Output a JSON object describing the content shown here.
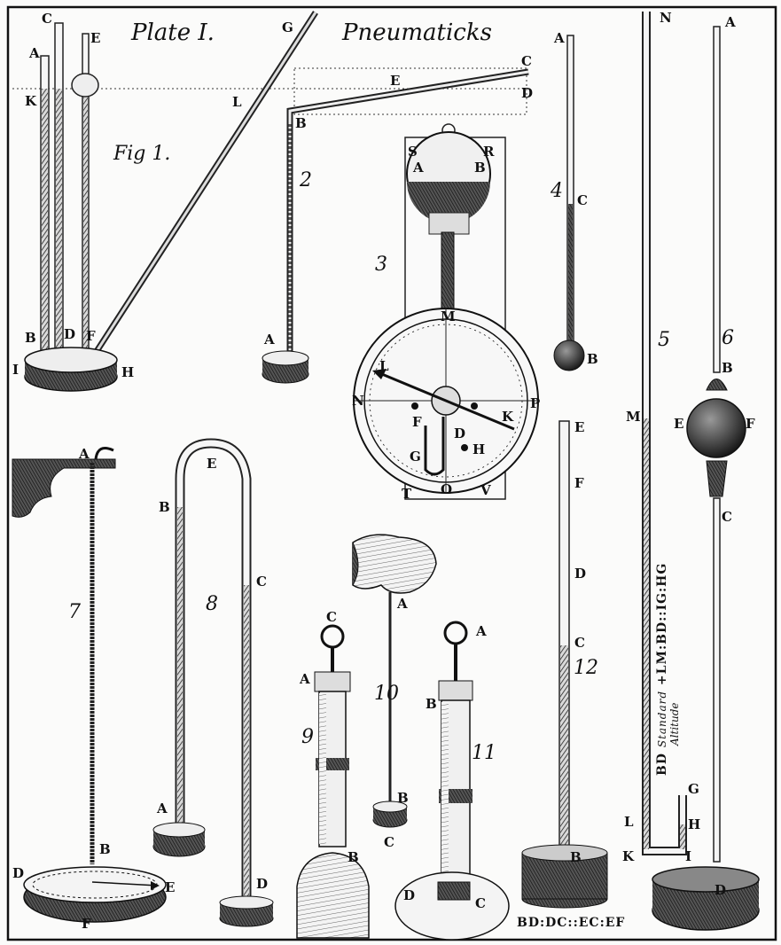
{
  "header": {
    "plate_title": "Plate I.",
    "subject": "Pneumaticks"
  },
  "figure_numbers": {
    "fig1": "Fig 1.",
    "fig2": "2",
    "fig3": "3",
    "fig4": "4",
    "fig5": "5",
    "fig6": "6",
    "fig7": "7",
    "fig8": "8",
    "fig9": "9",
    "fig10": "10",
    "fig11": "11",
    "fig12": "12"
  },
  "fig1_labels": {
    "A": "A",
    "C": "C",
    "E": "E",
    "K": "K",
    "B": "B",
    "D": "D",
    "F": "F",
    "I": "I",
    "H": "H",
    "G": "G",
    "L": "L"
  },
  "fig2_labels": {
    "A": "A",
    "B": "B",
    "C": "C",
    "D": "D",
    "E": "E"
  },
  "fig3_labels": {
    "S": "S",
    "R": "R",
    "A": "A",
    "B": "B",
    "M": "M",
    "L": "L",
    "N": "N",
    "P": "P",
    "K": "K",
    "F": "F",
    "D": "D",
    "G": "G",
    "H": "H",
    "T": "T",
    "O": "O",
    "V": "V"
  },
  "fig4_labels": {
    "A": "A",
    "C": "C",
    "B": "B"
  },
  "fig5_labels": {
    "N": "N",
    "M": "M",
    "L": "L",
    "K": "K",
    "I": "I",
    "H": "H",
    "G": "G"
  },
  "fig5_note": {
    "line1_prefix": "BD",
    "line1_italic": "Standard",
    "line1_suffix": "+LM:BD::IG:HG",
    "line2_italic": "Altitude"
  },
  "fig6_labels": {
    "A": "A",
    "B": "B",
    "E": "E",
    "F": "F",
    "C": "C",
    "D": "D"
  },
  "fig7_labels": {
    "A": "A",
    "B": "B",
    "D": "D",
    "E": "E",
    "F": "F"
  },
  "fig8_labels": {
    "E": "E",
    "B": "B",
    "C": "C",
    "A": "A",
    "D": "D"
  },
  "fig9_labels": {
    "C": "C",
    "A": "A",
    "B": "B"
  },
  "fig10_labels": {
    "A": "A",
    "B": "B",
    "C": "C"
  },
  "fig11_labels": {
    "A": "A",
    "B": "B",
    "D": "D",
    "C": "C"
  },
  "fig12_labels": {
    "E": "E",
    "F": "F",
    "D": "D",
    "C": "C",
    "B": "B"
  },
  "fig12_ratio": "BD:DC::EC:EF"
}
